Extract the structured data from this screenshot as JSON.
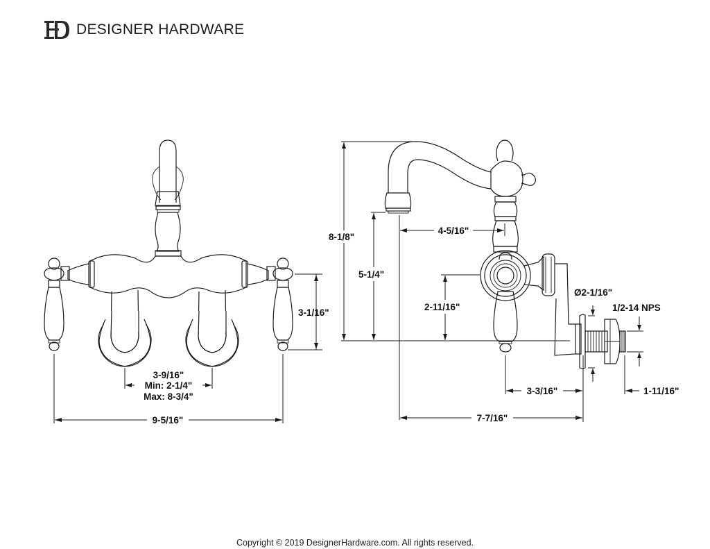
{
  "brand": {
    "logo_icon": "dh-monogram-logo",
    "name": "DESIGNER HARDWARE"
  },
  "front_view": {
    "dimensions": {
      "handle_height": "3-1/16\"",
      "inlet_spacing": "3-9/16\"",
      "inlet_min": "Min: 2-1/4\"",
      "inlet_max": "Max: 8-3/4\"",
      "overall_width": "9-5/16\""
    }
  },
  "side_view": {
    "dimensions": {
      "overall_height": "8-1/8\"",
      "spout_height": "5-1/4\"",
      "spout_reach": "4-5/16\"",
      "handle_center_height": "2-11/16\"",
      "flange_diameter": "Ø2-1/16\"",
      "thread_size": "1/2-14 NPS",
      "body_projection": "3-3/16\"",
      "thread_length": "1-11/16\"",
      "overall_depth": "7-7/16\""
    }
  },
  "footer": {
    "copyright": "Copyright © 2019 DesignerHardware.com. All rights reserved."
  }
}
